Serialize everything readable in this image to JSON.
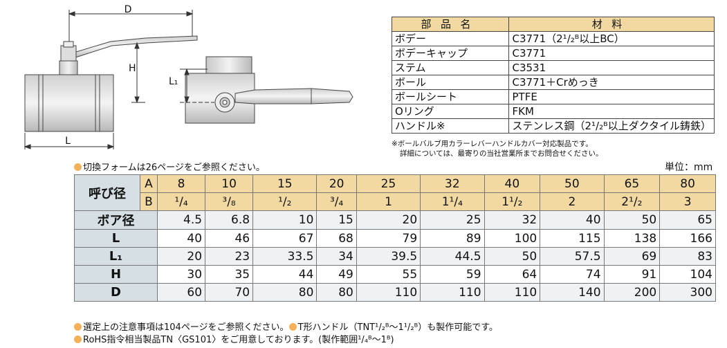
{
  "materials": {
    "headers": [
      "部品名",
      "材料"
    ],
    "rows": [
      {
        "part": "ボデー",
        "material": "C3771（2¹/₂ᴮ以上BC）"
      },
      {
        "part": "ボデーキャップ",
        "material": "C3771"
      },
      {
        "part": "ステム",
        "material": "C3531"
      },
      {
        "part": "ボール",
        "material": "C3771＋Crめっき"
      },
      {
        "part": "ボールシート",
        "material": "PTFE"
      },
      {
        "part": "Oリング",
        "material": "FKM"
      },
      {
        "part": "ハンドル※",
        "material": "ステンレス鋼（2¹/₂ᴮ以上ダクタイル鋳鉄）"
      }
    ],
    "note1": "※ボールバルブ用カラーレバーハンドルカバー対応製品です。",
    "note2": "詳細については、最寄りの当社営業所までお問合せください。"
  },
  "drawing_labels": {
    "D": "D",
    "H": "H",
    "L": "L",
    "L1": "L₁"
  },
  "top_note": "切換フォームは26ページをご参照ください。",
  "unit": "単位：mm",
  "dimensions": {
    "size_label": "呼び径",
    "a_label": "A",
    "b_label": "B",
    "A": [
      "8",
      "10",
      "15",
      "20",
      "25",
      "32",
      "40",
      "50",
      "65",
      "80"
    ],
    "B": [
      "¹/₄",
      "³/₈",
      "¹/₂",
      "³/₄",
      "1",
      "1¹/₄",
      "1¹/₂",
      "2",
      "2¹/₂",
      "3"
    ],
    "rows": [
      {
        "label": "ボア径",
        "values": [
          "4.5",
          "6.8",
          "10",
          "15",
          "20",
          "25",
          "32",
          "40",
          "50",
          "65"
        ]
      },
      {
        "label": "L",
        "values": [
          "40",
          "46",
          "67",
          "68",
          "79",
          "89",
          "100",
          "115",
          "138",
          "166"
        ]
      },
      {
        "label": "L₁",
        "values": [
          "20",
          "23",
          "33.5",
          "34",
          "39.5",
          "44.5",
          "50",
          "57.5",
          "69",
          "83"
        ]
      },
      {
        "label": "H",
        "values": [
          "30",
          "35",
          "44",
          "49",
          "55",
          "59",
          "64",
          "74",
          "91",
          "104"
        ]
      },
      {
        "label": "D",
        "values": [
          "60",
          "70",
          "80",
          "80",
          "110",
          "110",
          "110",
          "140",
          "200",
          "300"
        ]
      }
    ]
  },
  "bottom_notes": {
    "line1a": "選定上の注意事項は104ページをご参照ください。",
    "line1b": "T形ハンドル（TNT¹/₂ᴮ～1¹/₂ᴮ）も製作可能です。",
    "line2": "RoHS指令相当製品TN〈GS101〉をご用意しております。(製作範囲¹/₄ᴮ～1ᴮ)"
  },
  "colors": {
    "header_bg": "#f2d9a2",
    "row_header_bg": "#d6dfe4",
    "bullet": "#f5b15a"
  }
}
